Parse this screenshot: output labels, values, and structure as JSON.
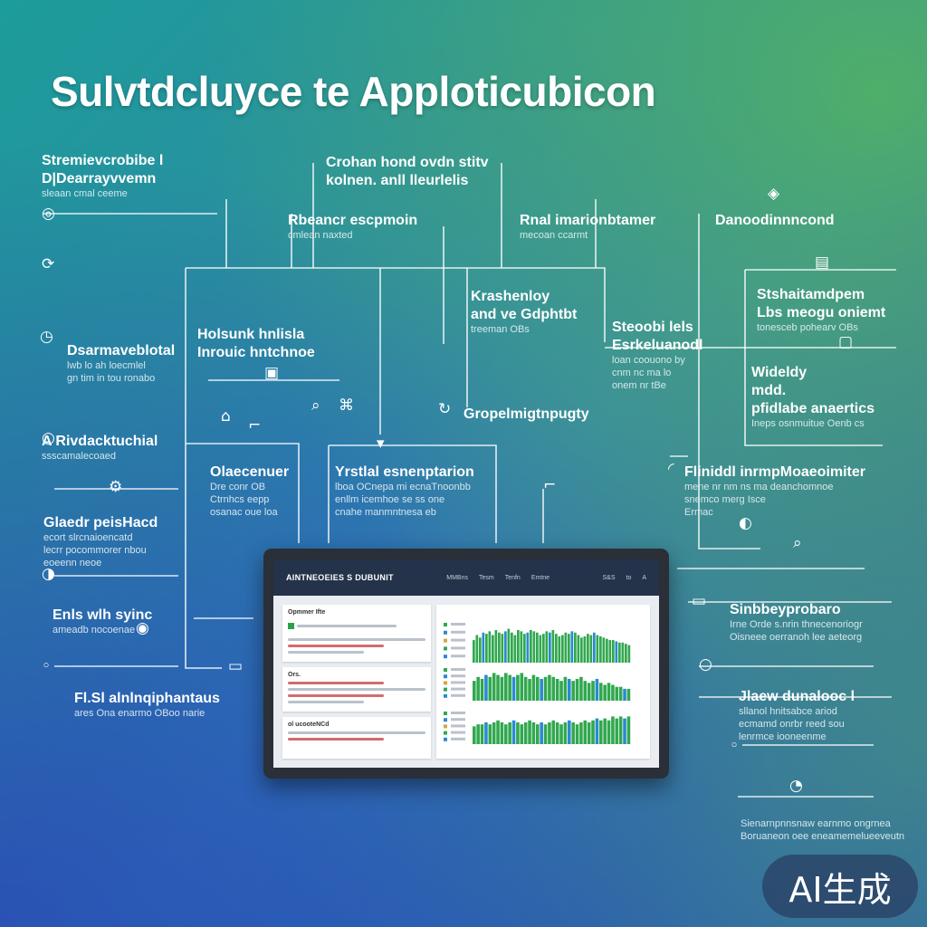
{
  "title": "Sulvtdcluyce te Apploticubicon",
  "blocks": {
    "tl": {
      "h": "Stremievcrobibe l",
      "h2": "D|Dearrayvvemn",
      "s": "sleaan cmal ceeme"
    },
    "c1": {
      "h": "Crohan hond ovdn stitv",
      "h2": "kolnen. anll lleurlelis"
    },
    "c2": {
      "h": "Rbeancr escpmoin",
      "s": "cmlean naxted"
    },
    "c3": {
      "h": "Rnal imarionbtamer",
      "s": "mecoan ccarmt"
    },
    "c4": {
      "h": "Danoodinnncond"
    },
    "m1": {
      "h": "Holsunk hnlisla",
      "h2": "Inrouic hntchnoe"
    },
    "m2": {
      "h": "Krashenloy",
      "h2": "and ve Gdphtbt",
      "s": "treeman OBs"
    },
    "m3": {
      "h": "Steoobi lels",
      "h2": "Esrkeluanodl",
      "s": "loan coouono by",
      "s2": "cnm nc ma lo",
      "s3": "onem nr tBe"
    },
    "m4": {
      "h": "Stshaitamdpem",
      "h2": "Lbs meogu oniemt",
      "s": "tonesceb pohearv OBs"
    },
    "m5": {
      "h": "Wideldy",
      "h2": "mdd.",
      "h3": "pfidlabe anaertics",
      "s": "Ineps osnmuitue Oenb cs"
    },
    "m6": {
      "h": "Gropelmigtnpugty"
    },
    "l1": {
      "h": "Dsarmaveblotal",
      "s": "lwb lo ah loecmlel",
      "s2": "gn tim in tou ronabo"
    },
    "l2": {
      "h": "A Rivdacktuchial",
      "s": "ssscamalecoaed"
    },
    "l3": {
      "h": "Olaecenuer",
      "s": "Dre conr OB",
      "s2": "Ctrnhcs eepp",
      "s3": "osanac oue loa"
    },
    "l4": {
      "h": "Yrstlal esnenptarion",
      "s": "lboa OCnepa mi ecnaTnoonbb",
      "s2": "enllm icemhoe se ss one",
      "s3": "cnahe manmntnesa eb"
    },
    "l5": {
      "h": "Glaedr peisHacd",
      "s": "ecort slrcnaioencatd",
      "s2": "lecrr pocommorer nbou",
      "s3": "eoeenn neoe"
    },
    "l6": {
      "h": "Enls wlh syinc",
      "s": "ameadb nocoenae"
    },
    "l7": {
      "h": "Fl.Sl alnlnqiphantaus",
      "s": "ares Ona enarmo OBoo narie"
    },
    "r1": {
      "h": "Fliniddl inrmpMoaeoimiter",
      "h2": "Ermac",
      "s": "mene nr nm ns ma deanchomnoe",
      "s2": "snemco merg Isce"
    },
    "r2": {
      "h": "Sinbbeyprobaro",
      "s": "Irne Orde s.nrin thnecenoriogr",
      "s2": "Oisneee oerranoh lee aeteorg"
    },
    "r3": {
      "h": "Jlaew dunalooc l",
      "s": "sllanol hnitsabce ariod",
      "s2": "ecmamd onrbr reed sou",
      "s3": "lenrmce iooneenme"
    },
    "r4": {
      "s": "Sienarnpnnsnaw earnmo ongrnea",
      "s2": "Boruaneon oee eneamemelueeveutn"
    }
  },
  "dashboard": {
    "brand": "AINTNEOEIES S DUBUNIT",
    "nav": [
      "MMBns",
      "Tesm",
      "Tenfn",
      "Emtne"
    ],
    "right": [
      "S&S",
      "to",
      "A"
    ],
    "cards": [
      {
        "title": "Opmmer Ifte"
      },
      {
        "title": "Ors."
      },
      {
        "title": "ol ucooteNCd"
      }
    ],
    "chart_data": {
      "type": "bar",
      "series": [
        {
          "values": [
            18,
            22,
            20,
            24,
            23,
            25,
            22,
            26,
            24,
            23,
            25,
            27,
            24,
            22,
            26,
            25,
            23,
            24,
            26,
            25,
            24,
            22,
            23,
            25,
            24,
            26,
            23,
            21,
            22,
            24,
            23,
            25,
            24,
            22,
            20,
            21,
            23,
            22,
            24,
            22,
            21,
            20,
            19,
            18,
            18,
            17,
            16,
            16,
            15,
            14
          ]
        },
        {
          "values": [
            10,
            12,
            11,
            13,
            12,
            14,
            13,
            12,
            14,
            13,
            12,
            13,
            14,
            12,
            11,
            13,
            12,
            11,
            12,
            13,
            12,
            11,
            10,
            12,
            11,
            10,
            11,
            12,
            10,
            9,
            10,
            11,
            9,
            8,
            9,
            8,
            7,
            7,
            6,
            6
          ]
        },
        {
          "values": [
            9,
            10,
            10,
            11,
            10,
            11,
            12,
            11,
            10,
            11,
            12,
            11,
            10,
            11,
            12,
            11,
            10,
            11,
            10,
            11,
            12,
            11,
            10,
            11,
            12,
            11,
            10,
            11,
            12,
            11,
            12,
            13,
            12,
            13,
            12,
            14,
            13,
            14,
            13,
            14
          ]
        }
      ],
      "colors": [
        "#31a84f",
        "#2a8ad0",
        "#d6a640"
      ]
    }
  },
  "badge": "AI生成"
}
